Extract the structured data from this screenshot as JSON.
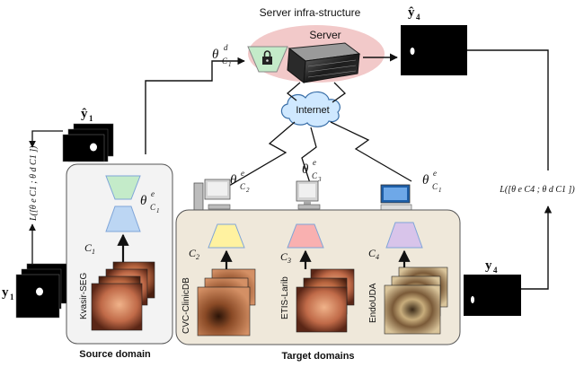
{
  "server": {
    "infra_title": "Server infra-structure",
    "label": "Server",
    "output_label": "ŷ",
    "output_sub": "4"
  },
  "network": {
    "internet_label": "Internet"
  },
  "params": {
    "theta": "θ",
    "decoder_sup": "d",
    "encoder_sup": "e",
    "c1_sub": "C",
    "c1_idx": "1",
    "c2_idx": "2",
    "c3_idx": "3"
  },
  "source": {
    "domain_label": "Source domain",
    "client_label": "C",
    "client_idx": "1",
    "dataset": "Kvasir-SEG",
    "gt_label": "y",
    "gt_sub": "1",
    "pred_label": "ŷ",
    "pred_sub": "1",
    "loss_label": "L([θ",
    "loss_text": "L([θ e C1 ; θ d C1 ])"
  },
  "target": {
    "domain_label": "Target domains",
    "clients": [
      {
        "label": "C",
        "idx": "2",
        "dataset": "CVC-ClinicDB",
        "color": "#fff2a0"
      },
      {
        "label": "C",
        "idx": "3",
        "dataset": "ETIS-Larib",
        "color": "#f9b0b0"
      },
      {
        "label": "C",
        "idx": "4",
        "dataset": "EndoUDA",
        "color": "#d8c4ea"
      }
    ],
    "gt_label": "y",
    "gt_sub": "4",
    "loss_text": "L([θ e C4 ; θ d C1 ])"
  },
  "colors": {
    "server_ellipse": "#f2c9c9",
    "source_box": "#f3f3f3",
    "target_box": "#efe8da",
    "decoder_green": "#c4ebc9",
    "encoder_blue": "#bcd6f3",
    "cloud": "#cfe8ff"
  }
}
